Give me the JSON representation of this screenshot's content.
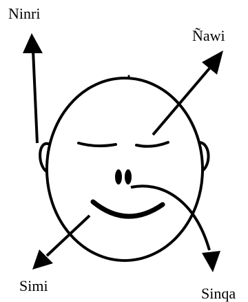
{
  "labels": {
    "ninri": "Ninri",
    "nawi": "Ñawi",
    "simi": "Simi",
    "sinqa": "Sinqa"
  },
  "colors": {
    "ink": "#000000",
    "background": "#ffffff"
  }
}
